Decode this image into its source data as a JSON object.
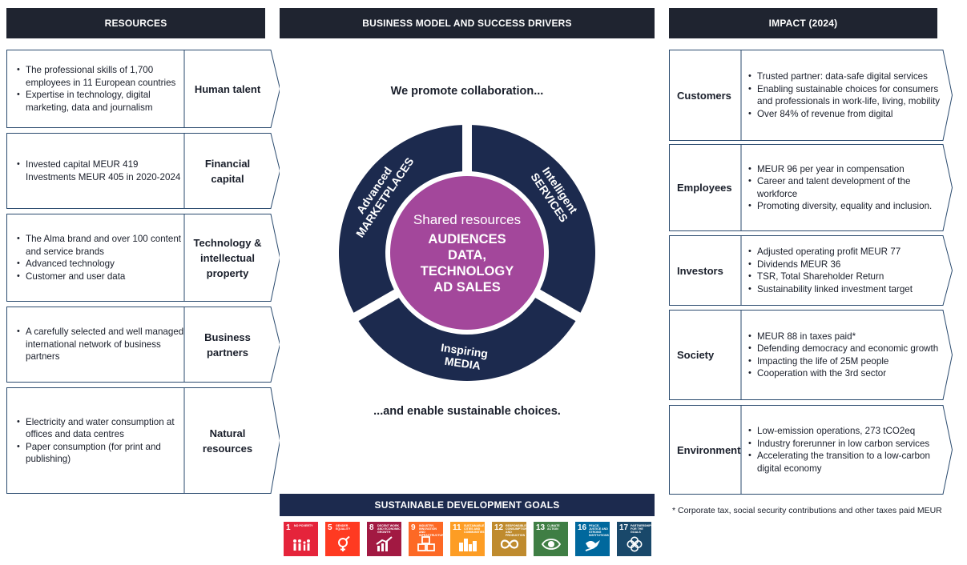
{
  "headers": {
    "resources": "RESOURCES",
    "business_model": "BUSINESS MODEL AND SUCCESS DRIVERS",
    "impact": "IMPACT (2024)",
    "sdg": "SUSTAINABLE DEVELOPMENT GOALS"
  },
  "resources": [
    {
      "label": "Human talent",
      "bullets": [
        "The professional skills of 1,700 employees in 11 European countries",
        "Expertise in technology, digital marketing, data and journalism"
      ]
    },
    {
      "label": "Financial capital",
      "bullets": [
        "Invested capital MEUR 419 Investments MEUR 405 in 2020-2024"
      ]
    },
    {
      "label": "Technology & intellectual property",
      "bullets": [
        "The Alma brand and over 100 content and service brands",
        "Advanced technology",
        "Customer and user data"
      ]
    },
    {
      "label": "Business partners",
      "bullets": [
        "A carefully selected and well managed international network of business partners"
      ]
    },
    {
      "label": "Natural resources",
      "bullets": [
        "Electricity and water consumption at offices and data centres",
        "Paper consumption (for print and publishing)"
      ]
    }
  ],
  "impact": [
    {
      "label": "Customers",
      "bullets": [
        "Trusted partner: data-safe digital services",
        "Enabling sustainable choices for consumers and professionals in work-life, living, mobility",
        "Over 84% of revenue from digital"
      ]
    },
    {
      "label": "Employees",
      "bullets": [
        "MEUR 96 per year in compensation",
        "Career and talent development of the workforce",
        "Promoting diversity, equality and inclusion."
      ]
    },
    {
      "label": "Investors",
      "bullets": [
        "Adjusted operating profit MEUR 77",
        "Dividends MEUR 36",
        "TSR, Total Shareholder Return",
        "Sustainability linked investment target"
      ]
    },
    {
      "label": "Society",
      "bullets": [
        "MEUR 88 in taxes paid*",
        "Defending democracy and economic growth",
        "Impacting the life of 25M people",
        "Cooperation with the 3rd sector"
      ]
    },
    {
      "label": "Environment",
      "bullets": [
        "Low-emission operations, 273 tCO2eq",
        "Industry forerunner in low carbon services",
        "Accelerating the transition to a low-carbon digital economy"
      ]
    }
  ],
  "center": {
    "top_text": "We promote collaboration...",
    "bottom_text": "...and enable sustainable choices.",
    "segments": {
      "marketplaces": [
        "Advanced",
        "MARKETPLACES"
      ],
      "services": [
        "Intelligent",
        "SERVICES"
      ],
      "media": [
        "Inspiring",
        "MEDIA"
      ]
    },
    "core_title": "Shared resources",
    "core_items": [
      "AUDIENCES",
      "DATA,",
      "TECHNOLOGY",
      "AD SALES"
    ]
  },
  "footnote": "* Corporate tax, social security contributions and other taxes paid MEUR",
  "sdg_goals": [
    {
      "number": "1",
      "title": "No poverty",
      "color": "#e5243b",
      "icon": "people-icon"
    },
    {
      "number": "5",
      "title": "Gender equality",
      "color": "#ff3a21",
      "icon": "gender-icon"
    },
    {
      "number": "8",
      "title": "Decent work and economic growth",
      "color": "#a21942",
      "icon": "growth-chart-icon"
    },
    {
      "number": "9",
      "title": "Industry, innovation and infrastructure",
      "color": "#fd6925",
      "icon": "cubes-icon"
    },
    {
      "number": "11",
      "title": "Sustainable cities and communities",
      "color": "#fd9d24",
      "icon": "city-icon"
    },
    {
      "number": "12",
      "title": "Responsible consumption and production",
      "color": "#bf8b2e",
      "icon": "infinity-icon"
    },
    {
      "number": "13",
      "title": "Climate action",
      "color": "#3f7e44",
      "icon": "eye-globe-icon"
    },
    {
      "number": "16",
      "title": "Peace, justice and strong institutions",
      "color": "#00689d",
      "icon": "dove-icon"
    },
    {
      "number": "17",
      "title": "Partnerships for the goals",
      "color": "#19486a",
      "icon": "rings-icon"
    }
  ],
  "colors": {
    "navy": "#1c2a4e",
    "dark_header": "#1f2430",
    "core_purple": "#a3479b",
    "frame_stroke": "#2a4a6e"
  }
}
